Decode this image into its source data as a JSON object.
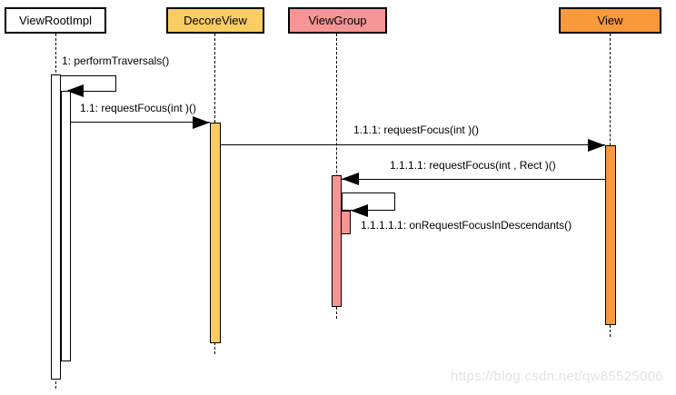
{
  "diagram": {
    "type": "uml-sequence-diagram",
    "actors": [
      {
        "label": "ViewRootImpl",
        "fill": "#FFFFFF"
      },
      {
        "label": "DecoreView",
        "fill": "#FACD62"
      },
      {
        "label": "ViewGroup",
        "fill": "#F59595"
      },
      {
        "label": "View",
        "fill": "#F8993C"
      }
    ],
    "messages": [
      {
        "label": "1: performTraversals()",
        "from": "ViewRootImpl",
        "to": "ViewRootImpl",
        "kind": "self"
      },
      {
        "label": "1.1: requestFocus(int )()",
        "from": "ViewRootImpl",
        "to": "DecoreView",
        "kind": "call"
      },
      {
        "label": "1.1.1: requestFocus(int )()",
        "from": "DecoreView",
        "to": "View",
        "kind": "call"
      },
      {
        "label": "1.1.1.1: requestFocus(int , Rect )()",
        "from": "View",
        "to": "ViewGroup",
        "kind": "call"
      },
      {
        "label": "1.1.1.1.1: onRequestFocusInDescendants()",
        "from": "ViewGroup",
        "to": "ViewGroup",
        "kind": "self"
      }
    ],
    "watermark": "https://blog.csdn.net/qw85525006",
    "colors": {
      "line": "#000000",
      "actor_border": "#000000",
      "viewrootimpl_fill": "#FFFFFF",
      "decoreview_fill": "#FACD62",
      "viewgroup_fill": "#F59595",
      "view_fill": "#F8993C",
      "watermark_text": "#E2E2E2"
    }
  }
}
